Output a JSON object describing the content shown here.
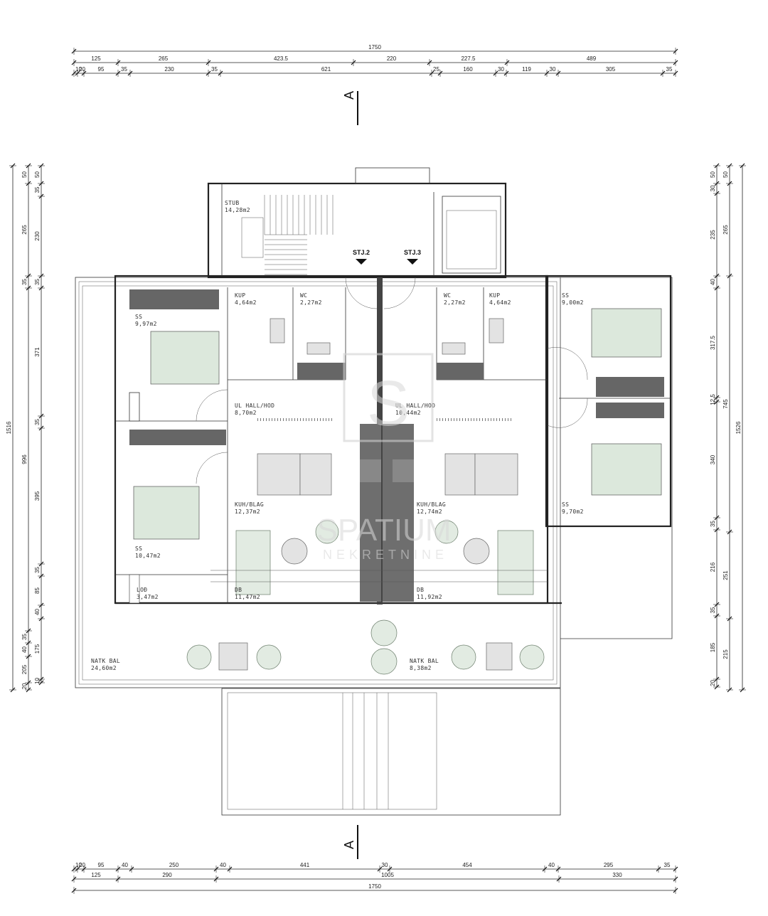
{
  "dims_top_1": [
    "1750"
  ],
  "dims_top_2": [
    "125",
    "265",
    "423.5",
    "220",
    "227.5",
    "489"
  ],
  "dims_top_3": [
    "10",
    "20",
    "95",
    "35",
    "230",
    "35",
    "621",
    "25",
    "160",
    "30",
    "119",
    "30",
    "305",
    "35"
  ],
  "dims_bottom_3": [
    "10",
    "20",
    "95",
    "40",
    "250",
    "40",
    "441",
    "30",
    "454",
    "40",
    "295",
    "35"
  ],
  "dims_bottom_2": [
    "125",
    "290",
    "1005",
    "330"
  ],
  "dims_bottom_1": [
    "1750"
  ],
  "dims_left_1": [
    "1516"
  ],
  "dims_left_2": [
    "50",
    "265",
    "35",
    "996",
    "35",
    "40",
    "205",
    "20"
  ],
  "dims_left_3": [
    "50",
    "35",
    "230",
    "35",
    "371",
    "35",
    "395",
    "35",
    "85",
    "40",
    "175",
    "10"
  ],
  "dims_right_1": [
    "50",
    "30",
    "235",
    "40",
    "317.5",
    "12.5",
    "340",
    "35",
    "216",
    "35",
    "185",
    "20"
  ],
  "dims_right_2": [
    "50",
    "265",
    "745",
    "251",
    "215"
  ],
  "dims_right_3": [
    "1526"
  ],
  "section_marker": "A",
  "stair_labels": [
    "STJ.2",
    "STJ.3"
  ],
  "rooms": {
    "stub": [
      "STUB",
      "14,28m2"
    ],
    "kup_l": [
      "KUP",
      "4,64m2"
    ],
    "wc_l": [
      "WC",
      "2,27m2"
    ],
    "wc_r": [
      "WC",
      "2,27m2"
    ],
    "kup_r": [
      "KUP",
      "4,64m2"
    ],
    "ss_r1": [
      "SS",
      "9,00m2"
    ],
    "ss_l1": [
      "SS",
      "9,97m2"
    ],
    "hall_l": [
      "UL HALL/HOD",
      "8,70m2"
    ],
    "hall_r": [
      "UL HALL/HOD",
      "10,44m2"
    ],
    "kuh_l": [
      "KUH/BLAG",
      "12,37m2"
    ],
    "kuh_r": [
      "KUH/BLAG",
      "12,74m2"
    ],
    "ss_r2": [
      "SS",
      "9,70m2"
    ],
    "ss_l2": [
      "SS",
      "10,47m2"
    ],
    "lod": [
      "LOĐ",
      "3,47m2"
    ],
    "db_l": [
      "DB",
      "11,47m2"
    ],
    "db_r": [
      "DB",
      "11,92m2"
    ],
    "bal_l": [
      "NATK BAL",
      "24,60m2"
    ],
    "bal_r": [
      "NATK BAL",
      "8,38m2"
    ]
  },
  "watermark": {
    "logo": "S",
    "name": "SPATIUM",
    "sub": "NEKRETNINE"
  }
}
